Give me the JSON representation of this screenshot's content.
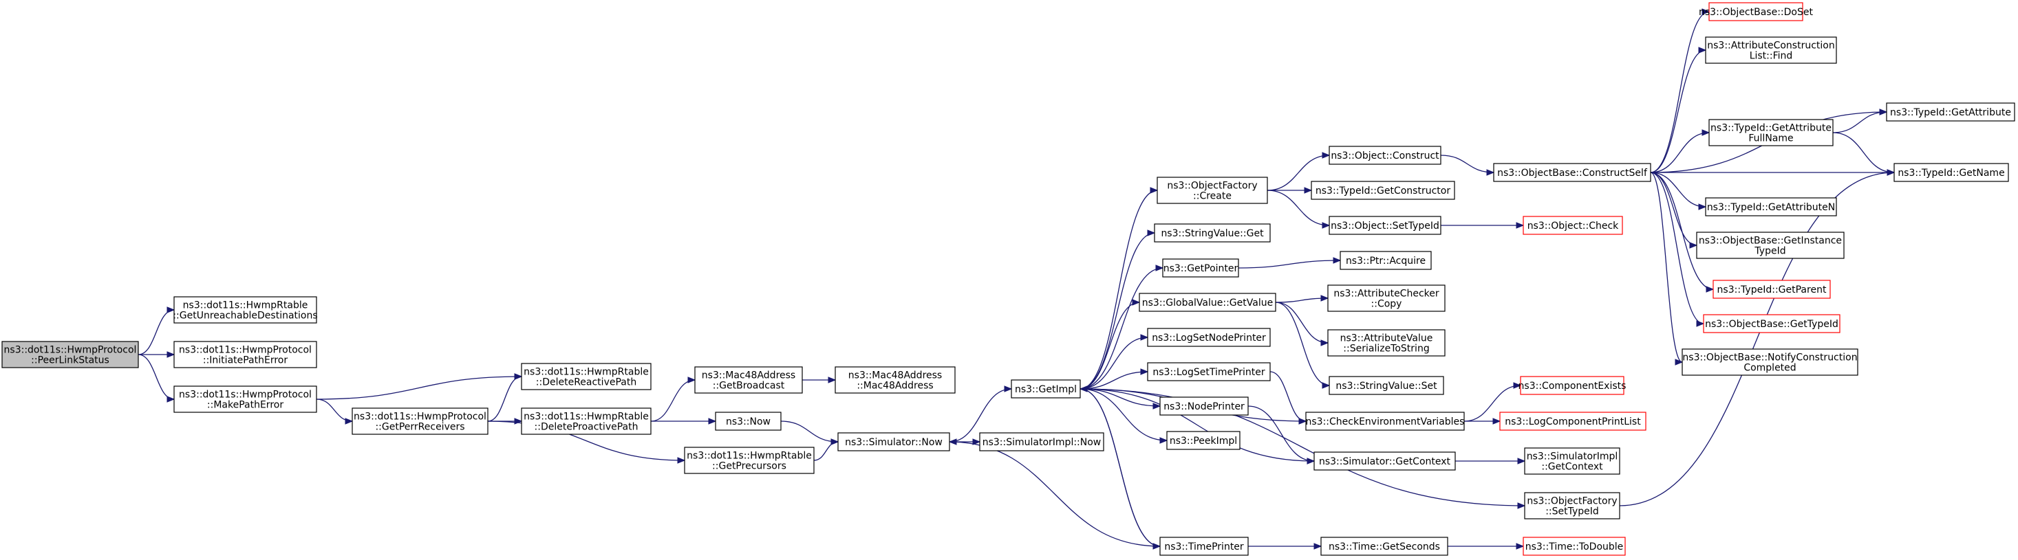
{
  "colors": {
    "edge": "#191970",
    "node_border": "#000000",
    "node_border_truncated": "#ff0000",
    "node_fill": "#ffffff",
    "root_fill": "#bfbfbf"
  },
  "nodes": {
    "peerlinkstatus": {
      "lines": [
        "ns3::dot11s::HwmpProtocol",
        "::PeerLinkStatus"
      ],
      "style": "root"
    },
    "getunreachable": {
      "lines": [
        "ns3::dot11s::HwmpRtable",
        "::GetUnreachableDestinations"
      ],
      "style": "normal"
    },
    "initiatepatherror": {
      "lines": [
        "ns3::dot11s::HwmpProtocol",
        "::InitiatePathError"
      ],
      "style": "normal"
    },
    "makepatherror": {
      "lines": [
        "ns3::dot11s::HwmpProtocol",
        "::MakePathError"
      ],
      "style": "normal"
    },
    "getperrreceivers": {
      "lines": [
        "ns3::dot11s::HwmpProtocol",
        "::GetPerrReceivers"
      ],
      "style": "normal"
    },
    "deletereactivepath": {
      "lines": [
        "ns3::dot11s::HwmpRtable",
        "::DeleteReactivePath"
      ],
      "style": "normal"
    },
    "deleteproactivepath": {
      "lines": [
        "ns3::dot11s::HwmpRtable",
        "::DeleteProactivePath"
      ],
      "style": "normal"
    },
    "getprecursors": {
      "lines": [
        "ns3::dot11s::HwmpRtable",
        "::GetPrecursors"
      ],
      "style": "normal"
    },
    "getbroadcast": {
      "lines": [
        "ns3::Mac48Address",
        "::GetBroadcast"
      ],
      "style": "normal"
    },
    "mac48address": {
      "lines": [
        "ns3::Mac48Address",
        "::Mac48Address"
      ],
      "style": "normal"
    },
    "now": {
      "lines": [
        "ns3::Now"
      ],
      "style": "normal"
    },
    "simulatornow": {
      "lines": [
        "ns3::Simulator::Now"
      ],
      "style": "normal"
    },
    "simulatorimplnow": {
      "lines": [
        "ns3::SimulatorImpl::Now"
      ],
      "style": "normal"
    },
    "getimpl": {
      "lines": [
        "ns3::GetImpl"
      ],
      "style": "normal"
    },
    "objectfactorycreate": {
      "lines": [
        "ns3::ObjectFactory",
        "::Create"
      ],
      "style": "normal"
    },
    "stringvalueget": {
      "lines": [
        "ns3::StringValue::Get"
      ],
      "style": "normal"
    },
    "getpointer": {
      "lines": [
        "ns3::GetPointer"
      ],
      "style": "normal"
    },
    "globalvaluegetvalue": {
      "lines": [
        "ns3::GlobalValue::GetValue"
      ],
      "style": "normal"
    },
    "logsetnodeprinter": {
      "lines": [
        "ns3::LogSetNodePrinter"
      ],
      "style": "normal"
    },
    "logsettimeprinter": {
      "lines": [
        "ns3::LogSetTimePrinter"
      ],
      "style": "normal"
    },
    "nodeprinter": {
      "lines": [
        "ns3::NodePrinter"
      ],
      "style": "normal"
    },
    "peekimpl": {
      "lines": [
        "ns3::PeekImpl"
      ],
      "style": "normal"
    },
    "timeprinter": {
      "lines": [
        "ns3::TimePrinter"
      ],
      "style": "normal"
    },
    "objectconstruct": {
      "lines": [
        "ns3::Object::Construct"
      ],
      "style": "normal"
    },
    "typeidgetconstructor": {
      "lines": [
        "ns3::TypeId::GetConstructor"
      ],
      "style": "normal"
    },
    "objectsettypeid": {
      "lines": [
        "ns3::Object::SetTypeId"
      ],
      "style": "normal"
    },
    "ptracquire": {
      "lines": [
        "ns3::Ptr::Acquire"
      ],
      "style": "normal"
    },
    "attributecheckercopy": {
      "lines": [
        "ns3::AttributeChecker",
        "::Copy"
      ],
      "style": "normal"
    },
    "attributevalueserialize": {
      "lines": [
        "ns3::AttributeValue",
        "::SerializeToString"
      ],
      "style": "normal"
    },
    "stringvalueset": {
      "lines": [
        "ns3::StringValue::Set"
      ],
      "style": "normal"
    },
    "checkenvvars": {
      "lines": [
        "ns3::CheckEnvironmentVariables"
      ],
      "style": "normal"
    },
    "simgetcontext": {
      "lines": [
        "ns3::Simulator::GetContext"
      ],
      "style": "normal"
    },
    "objectfactorysettypeid": {
      "lines": [
        "ns3::ObjectFactory",
        "::SetTypeId"
      ],
      "style": "normal"
    },
    "timegetseconds": {
      "lines": [
        "ns3::Time::GetSeconds"
      ],
      "style": "normal"
    },
    "objectcheck": {
      "lines": [
        "ns3::Object::Check"
      ],
      "style": "red"
    },
    "componentexists": {
      "lines": [
        "ns3::ComponentExists"
      ],
      "style": "red"
    },
    "logcomponentprintlist": {
      "lines": [
        "ns3::LogComponentPrintList"
      ],
      "style": "red"
    },
    "simimplgetcontext": {
      "lines": [
        "ns3::SimulatorImpl",
        "::GetContext"
      ],
      "style": "normal"
    },
    "timetodouble": {
      "lines": [
        "ns3::Time::ToDouble"
      ],
      "style": "red"
    },
    "constructself": {
      "lines": [
        "ns3::ObjectBase::ConstructSelf"
      ],
      "style": "normal"
    },
    "doset": {
      "lines": [
        "ns3::ObjectBase::DoSet"
      ],
      "style": "red"
    },
    "attrconstructionlistfind": {
      "lines": [
        "ns3::AttributeConstruction",
        "List::Find"
      ],
      "style": "normal"
    },
    "getattributefullname": {
      "lines": [
        "ns3::TypeId::GetAttribute",
        "FullName"
      ],
      "style": "normal"
    },
    "getattributen": {
      "lines": [
        "ns3::TypeId::GetAttributeN"
      ],
      "style": "normal"
    },
    "getinstancetypeid": {
      "lines": [
        "ns3::ObjectBase::GetInstance",
        "TypeId"
      ],
      "style": "normal"
    },
    "typeidgetparent": {
      "lines": [
        "ns3::TypeId::GetParent"
      ],
      "style": "red"
    },
    "objectbasegettypeid": {
      "lines": [
        "ns3::ObjectBase::GetTypeId"
      ],
      "style": "red"
    },
    "notifyconstructioncompleted": {
      "lines": [
        "ns3::ObjectBase::NotifyConstruction",
        "Completed"
      ],
      "style": "normal"
    },
    "typeidgetattribute": {
      "lines": [
        "ns3::TypeId::GetAttribute"
      ],
      "style": "normal"
    },
    "typeidgetname": {
      "lines": [
        "ns3::TypeId::GetName"
      ],
      "style": "normal"
    }
  },
  "edges": [
    [
      "peerlinkstatus",
      "getunreachable"
    ],
    [
      "peerlinkstatus",
      "initiatepatherror"
    ],
    [
      "peerlinkstatus",
      "makepatherror"
    ],
    [
      "makepatherror",
      "deletereactivepath"
    ],
    [
      "makepatherror",
      "getperrreceivers"
    ],
    [
      "getperrreceivers",
      "deletereactivepath"
    ],
    [
      "getperrreceivers",
      "deleteproactivepath"
    ],
    [
      "getperrreceivers",
      "getprecursors"
    ],
    [
      "deleteproactivepath",
      "getbroadcast"
    ],
    [
      "deleteproactivepath",
      "now"
    ],
    [
      "getbroadcast",
      "mac48address"
    ],
    [
      "now",
      "simulatornow"
    ],
    [
      "getprecursors",
      "simulatornow"
    ],
    [
      "simulatornow",
      "getimpl"
    ],
    [
      "simulatornow",
      "simulatorimplnow"
    ],
    [
      "getimpl",
      "objectfactorycreate"
    ],
    [
      "getimpl",
      "stringvalueget"
    ],
    [
      "getimpl",
      "getpointer"
    ],
    [
      "getimpl",
      "globalvaluegetvalue"
    ],
    [
      "getimpl",
      "logsetnodeprinter"
    ],
    [
      "getimpl",
      "logsettimeprinter"
    ],
    [
      "getimpl",
      "nodeprinter"
    ],
    [
      "getimpl",
      "peekimpl"
    ],
    [
      "getimpl",
      "timeprinter"
    ],
    [
      "getimpl",
      "checkenvvars"
    ],
    [
      "getimpl",
      "simgetcontext"
    ],
    [
      "getimpl",
      "objectfactorysettypeid"
    ],
    [
      "objectfactorycreate",
      "objectconstruct"
    ],
    [
      "objectfactorycreate",
      "typeidgetconstructor"
    ],
    [
      "objectfactorycreate",
      "objectsettypeid"
    ],
    [
      "getpointer",
      "ptracquire"
    ],
    [
      "globalvaluegetvalue",
      "attributecheckercopy"
    ],
    [
      "globalvaluegetvalue",
      "attributevalueserialize"
    ],
    [
      "globalvaluegetvalue",
      "stringvalueset"
    ],
    [
      "logsettimeprinter",
      "checkenvvars"
    ],
    [
      "nodeprinter",
      "simgetcontext"
    ],
    [
      "timeprinter",
      "simulatornow"
    ],
    [
      "timeprinter",
      "getimpl"
    ],
    [
      "timeprinter",
      "timegetseconds"
    ],
    [
      "objectconstruct",
      "constructself"
    ],
    [
      "objectsettypeid",
      "objectcheck"
    ],
    [
      "checkenvvars",
      "componentexists"
    ],
    [
      "checkenvvars",
      "logcomponentprintlist"
    ],
    [
      "simgetcontext",
      "simimplgetcontext"
    ],
    [
      "timegetseconds",
      "timetodouble"
    ],
    [
      "objectfactorysettypeid",
      "typeidgetname"
    ],
    [
      "constructself",
      "doset"
    ],
    [
      "constructself",
      "attrconstructionlistfind"
    ],
    [
      "constructself",
      "typeidgetattribute"
    ],
    [
      "constructself",
      "getattributefullname"
    ],
    [
      "constructself",
      "typeidgetname"
    ],
    [
      "constructself",
      "getattributen"
    ],
    [
      "constructself",
      "getinstancetypeid"
    ],
    [
      "constructself",
      "typeidgetparent"
    ],
    [
      "constructself",
      "objectbasegettypeid"
    ],
    [
      "constructself",
      "notifyconstructioncompleted"
    ],
    [
      "getattributefullname",
      "typeidgetattribute"
    ],
    [
      "getattributefullname",
      "typeidgetname"
    ]
  ]
}
